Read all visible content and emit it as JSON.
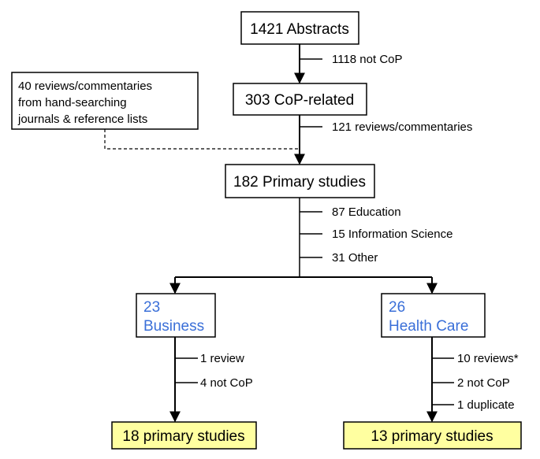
{
  "colors": {
    "border": "#000000",
    "domain_text": "#3a6fd8",
    "final_fill": "#ffffa0"
  },
  "boxes": {
    "abstracts": "1421 Abstracts",
    "cop_related": "303 CoP-related",
    "primary": "182 Primary studies",
    "hand_search": {
      "line1": "40 reviews/commentaries",
      "line2": "from hand-searching",
      "line3": "journals & reference lists"
    },
    "business": {
      "count": "23",
      "label": "Business"
    },
    "health": {
      "count": "26",
      "label": "Health Care"
    },
    "business_final": "18 primary studies",
    "health_final": "13 primary studies"
  },
  "exclusions": {
    "not_cop": "1118 not CoP",
    "reviews": "121 reviews/commentaries",
    "education": "87 Education",
    "info_science": "15 Information Science",
    "other": "31 Other",
    "business_review": "1 review",
    "business_not_cop": "4 not CoP",
    "health_reviews": "10 reviews*",
    "health_not_cop": "2 not CoP",
    "health_duplicate": "1 duplicate"
  }
}
